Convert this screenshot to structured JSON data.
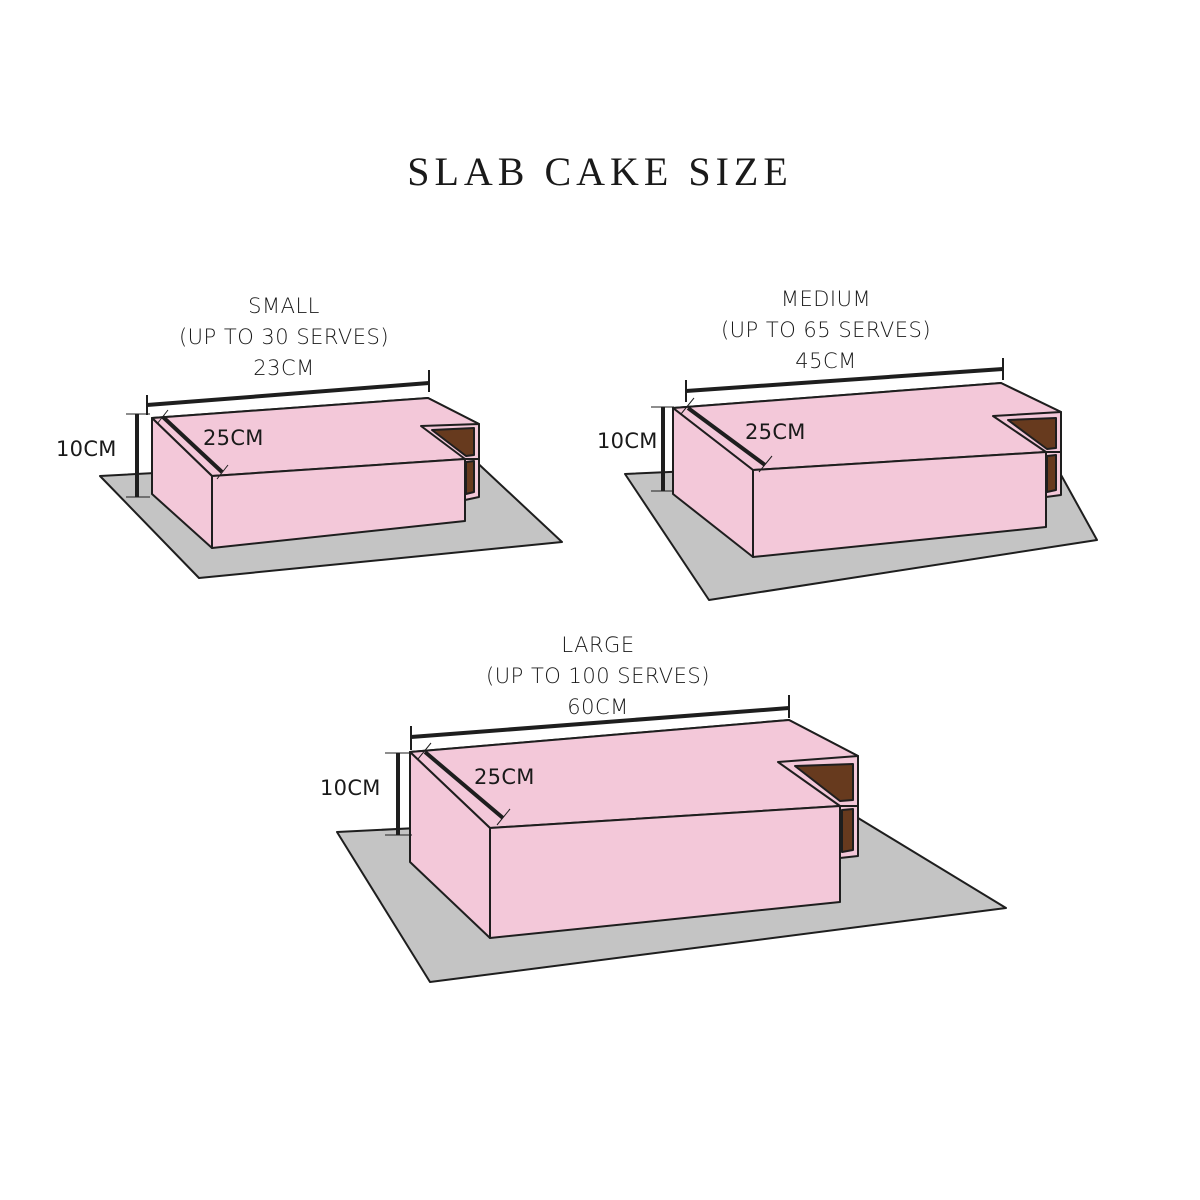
{
  "title": "SLAB CAKE SIZE",
  "colors": {
    "cake_pink": "#f3c8d9",
    "board_grey": "#c4c4c4",
    "chocolate": "#673a1e",
    "outline": "#1e1e1e"
  },
  "cakes": [
    {
      "size": "SMALL",
      "serves": "(UP TO 30 SERVES)",
      "length": "23CM",
      "width": "25CM",
      "height": "10CM"
    },
    {
      "size": "MEDIUM",
      "serves": "(UP TO 65 SERVES)",
      "length": "45CM",
      "width": "25CM",
      "height": "10CM"
    },
    {
      "size": "LARGE",
      "serves": "(UP TO 100 SERVES)",
      "length": "60CM",
      "width": "25CM",
      "height": "10CM"
    }
  ]
}
